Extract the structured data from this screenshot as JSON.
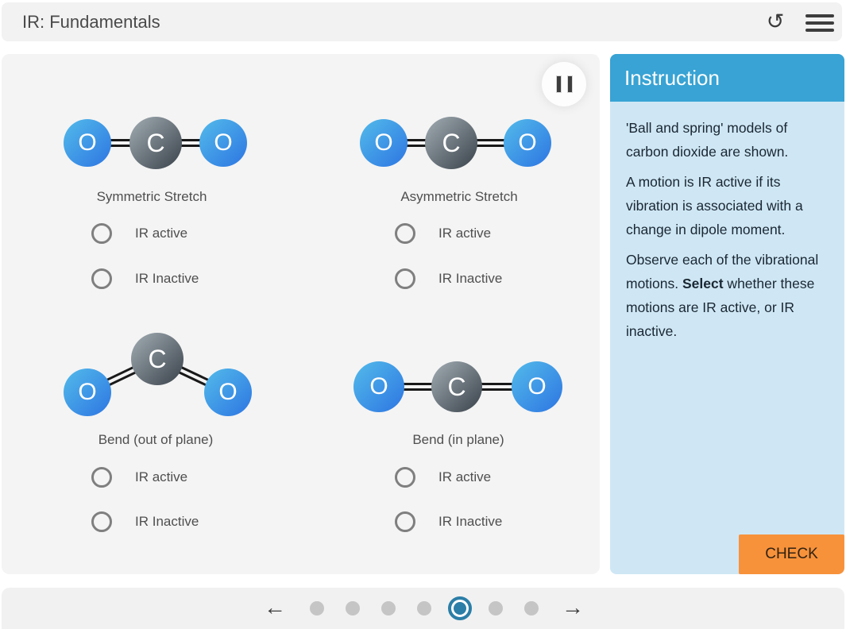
{
  "header": {
    "title": "IR: Fundamentals",
    "reset_glyph": "↺"
  },
  "atoms": {
    "oxygen": "O",
    "carbon": "C"
  },
  "modes": [
    {
      "label": "Symmetric Stretch",
      "options": [
        "IR active",
        "IR Inactive"
      ],
      "geometry": "linear"
    },
    {
      "label": "Asymmetric Stretch",
      "options": [
        "IR active",
        "IR Inactive"
      ],
      "geometry": "linear"
    },
    {
      "label": "Bend (out of plane)",
      "options": [
        "IR active",
        "IR Inactive"
      ],
      "geometry": "bent"
    },
    {
      "label": "Bend (in plane)",
      "options": [
        "IR active",
        "IR Inactive"
      ],
      "geometry": "linear"
    }
  ],
  "player": {
    "state": "playing",
    "icon": "pause-icon"
  },
  "instruction": {
    "title": "Instruction",
    "p1": "'Ball and spring' models of carbon dioxide are shown.",
    "p2": "A motion is IR active if its vibration is associated with a change in dipole moment.",
    "p3_pre": "Observe each of the vibrational motions. ",
    "p3_bold": "Select",
    "p3_post": " whether these motions are IR active, or IR inactive.",
    "check_label": "CHECK"
  },
  "pager": {
    "dots_total": 7,
    "active_dot_index": 4,
    "left_arrow": "←",
    "right_arrow": "→"
  },
  "colors": {
    "header_bar": "#f2f2f2",
    "stage_bg": "#f4f4f4",
    "instruction_header": "#38a3d4",
    "instruction_body": "#cfe7f4",
    "check_button": "#f7923b",
    "oxygen_gradient": [
      "#53bbea",
      "#2d75e2"
    ],
    "carbon_gradient": [
      "#a3adb4",
      "#39424a"
    ],
    "active_dot": "#2b7ea7",
    "inactive_dot": "#c5c5c5"
  }
}
